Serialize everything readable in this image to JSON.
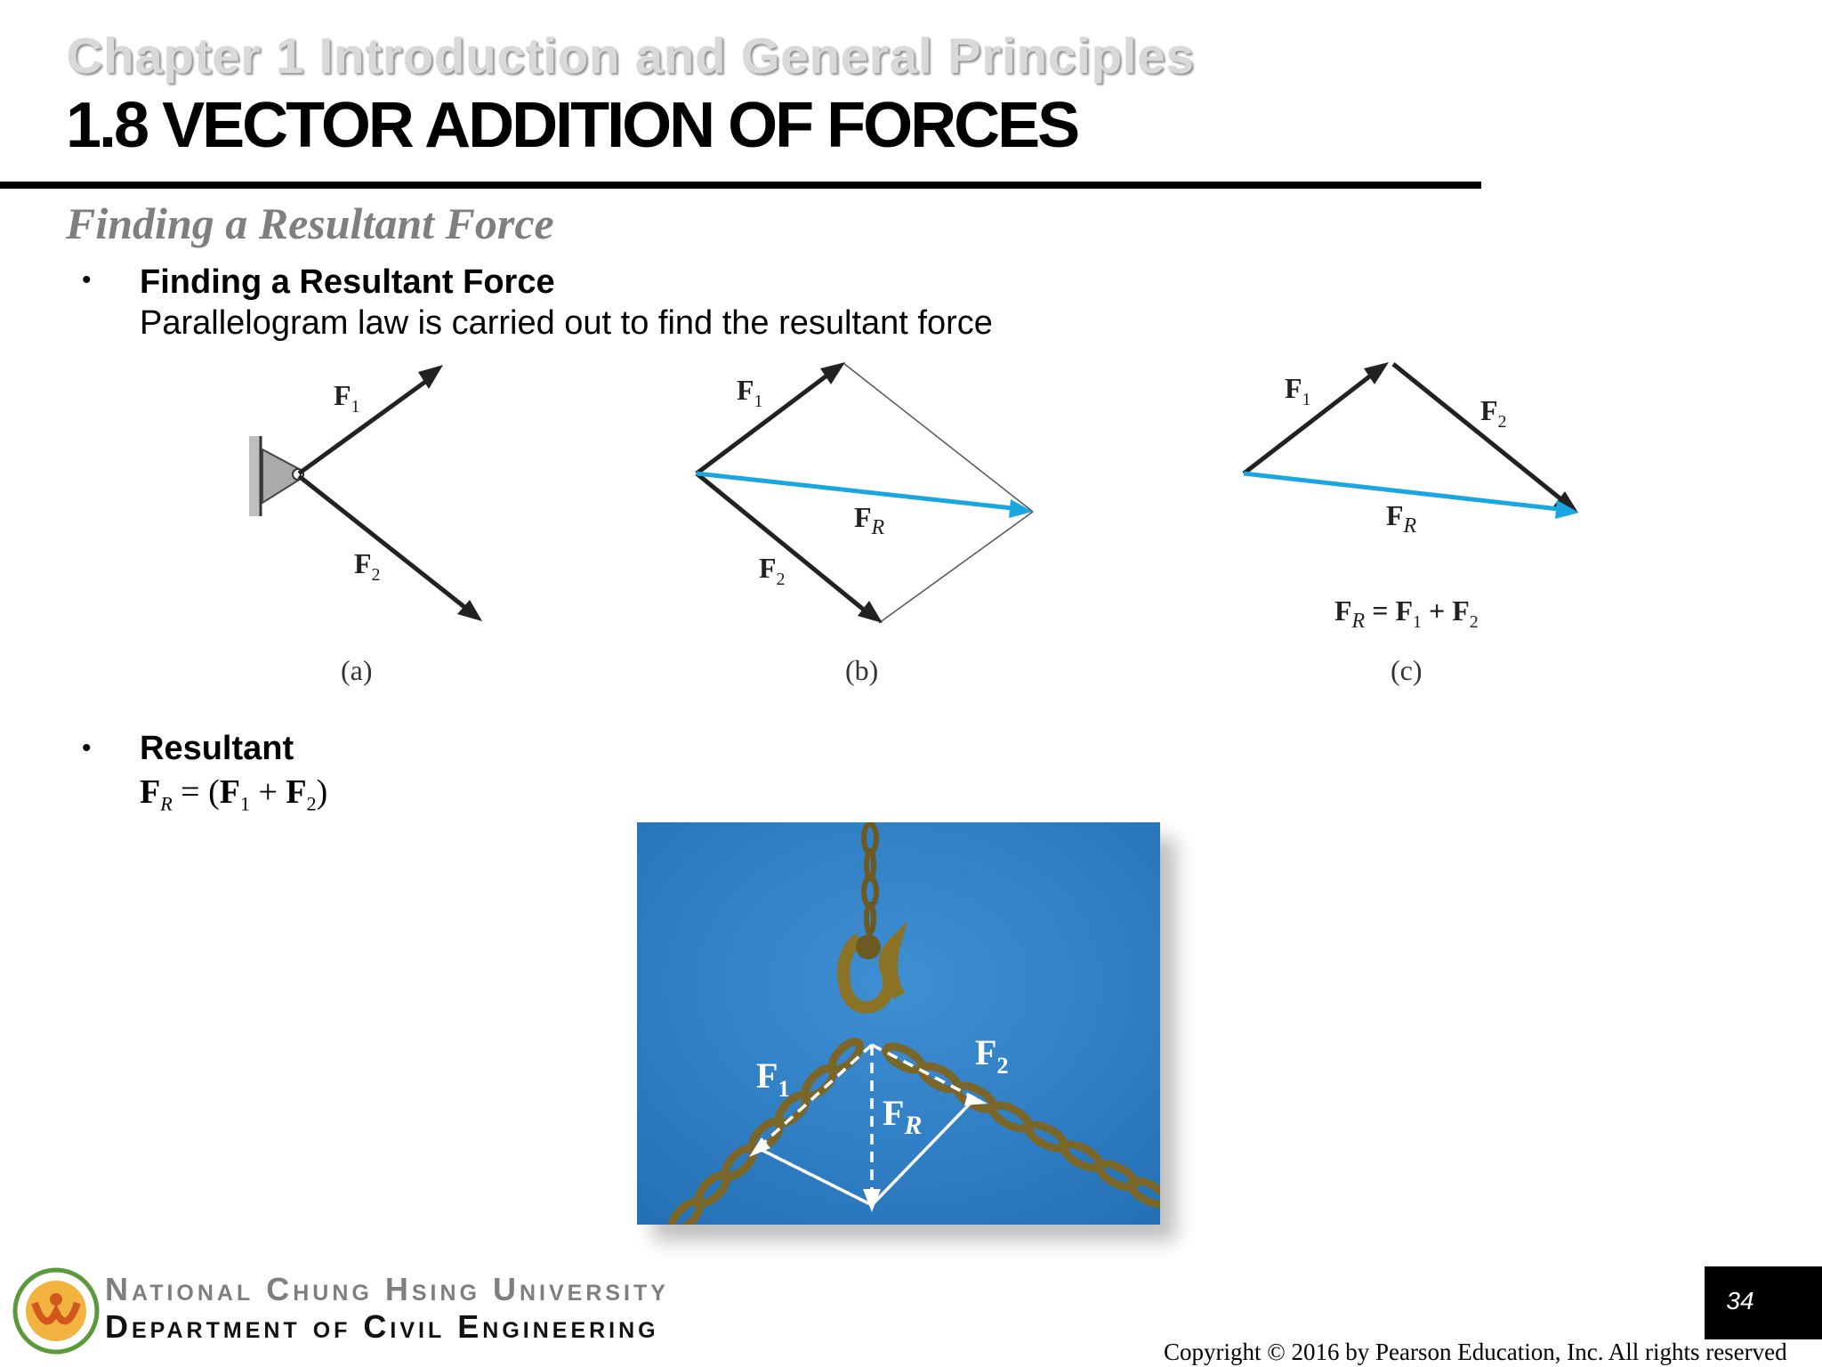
{
  "header": {
    "chapter": "Chapter 1 Introduction and General Principles",
    "title": "1.8 VECTOR ADDITION OF FORCES"
  },
  "section": {
    "subtitle": "Finding a Resultant Force",
    "bullets": [
      {
        "marker": "•",
        "head": "Finding a Resultant Force",
        "text": "Parallelogram law is carried out to find the resultant force"
      },
      {
        "marker": "•",
        "head": "Resultant"
      }
    ],
    "equation": {
      "lhs": "F",
      "lhs_sub": "R",
      "eq": " = (",
      "t1": "F",
      "t1_sub": "1",
      "plus": " + ",
      "t2": "F",
      "t2_sub": "2",
      "close": ")"
    }
  },
  "figure": {
    "labels": {
      "f1": "F",
      "f1_sub": "1",
      "f2": "F",
      "f2_sub": "2",
      "fr": "F",
      "fr_sub": "R",
      "a": "(a)",
      "b": "(b)",
      "c": "(c)",
      "eq_c": "F",
      "eq_c_sub": "R",
      "eq_c_rest_1": " = F",
      "eq_c_sub1": "1",
      "eq_c_rest_2": " + F",
      "eq_c_sub2": "2"
    },
    "colors": {
      "vector": "#222222",
      "resultant": "#1aa7e0",
      "sky": "#2f7fc4"
    }
  },
  "footer": {
    "university": "National Chung Hsing University",
    "department": "Department of Civil Engineering",
    "page": "34",
    "copyright": "Copyright © 2016 by Pearson Education, Inc. All rights reserved"
  }
}
